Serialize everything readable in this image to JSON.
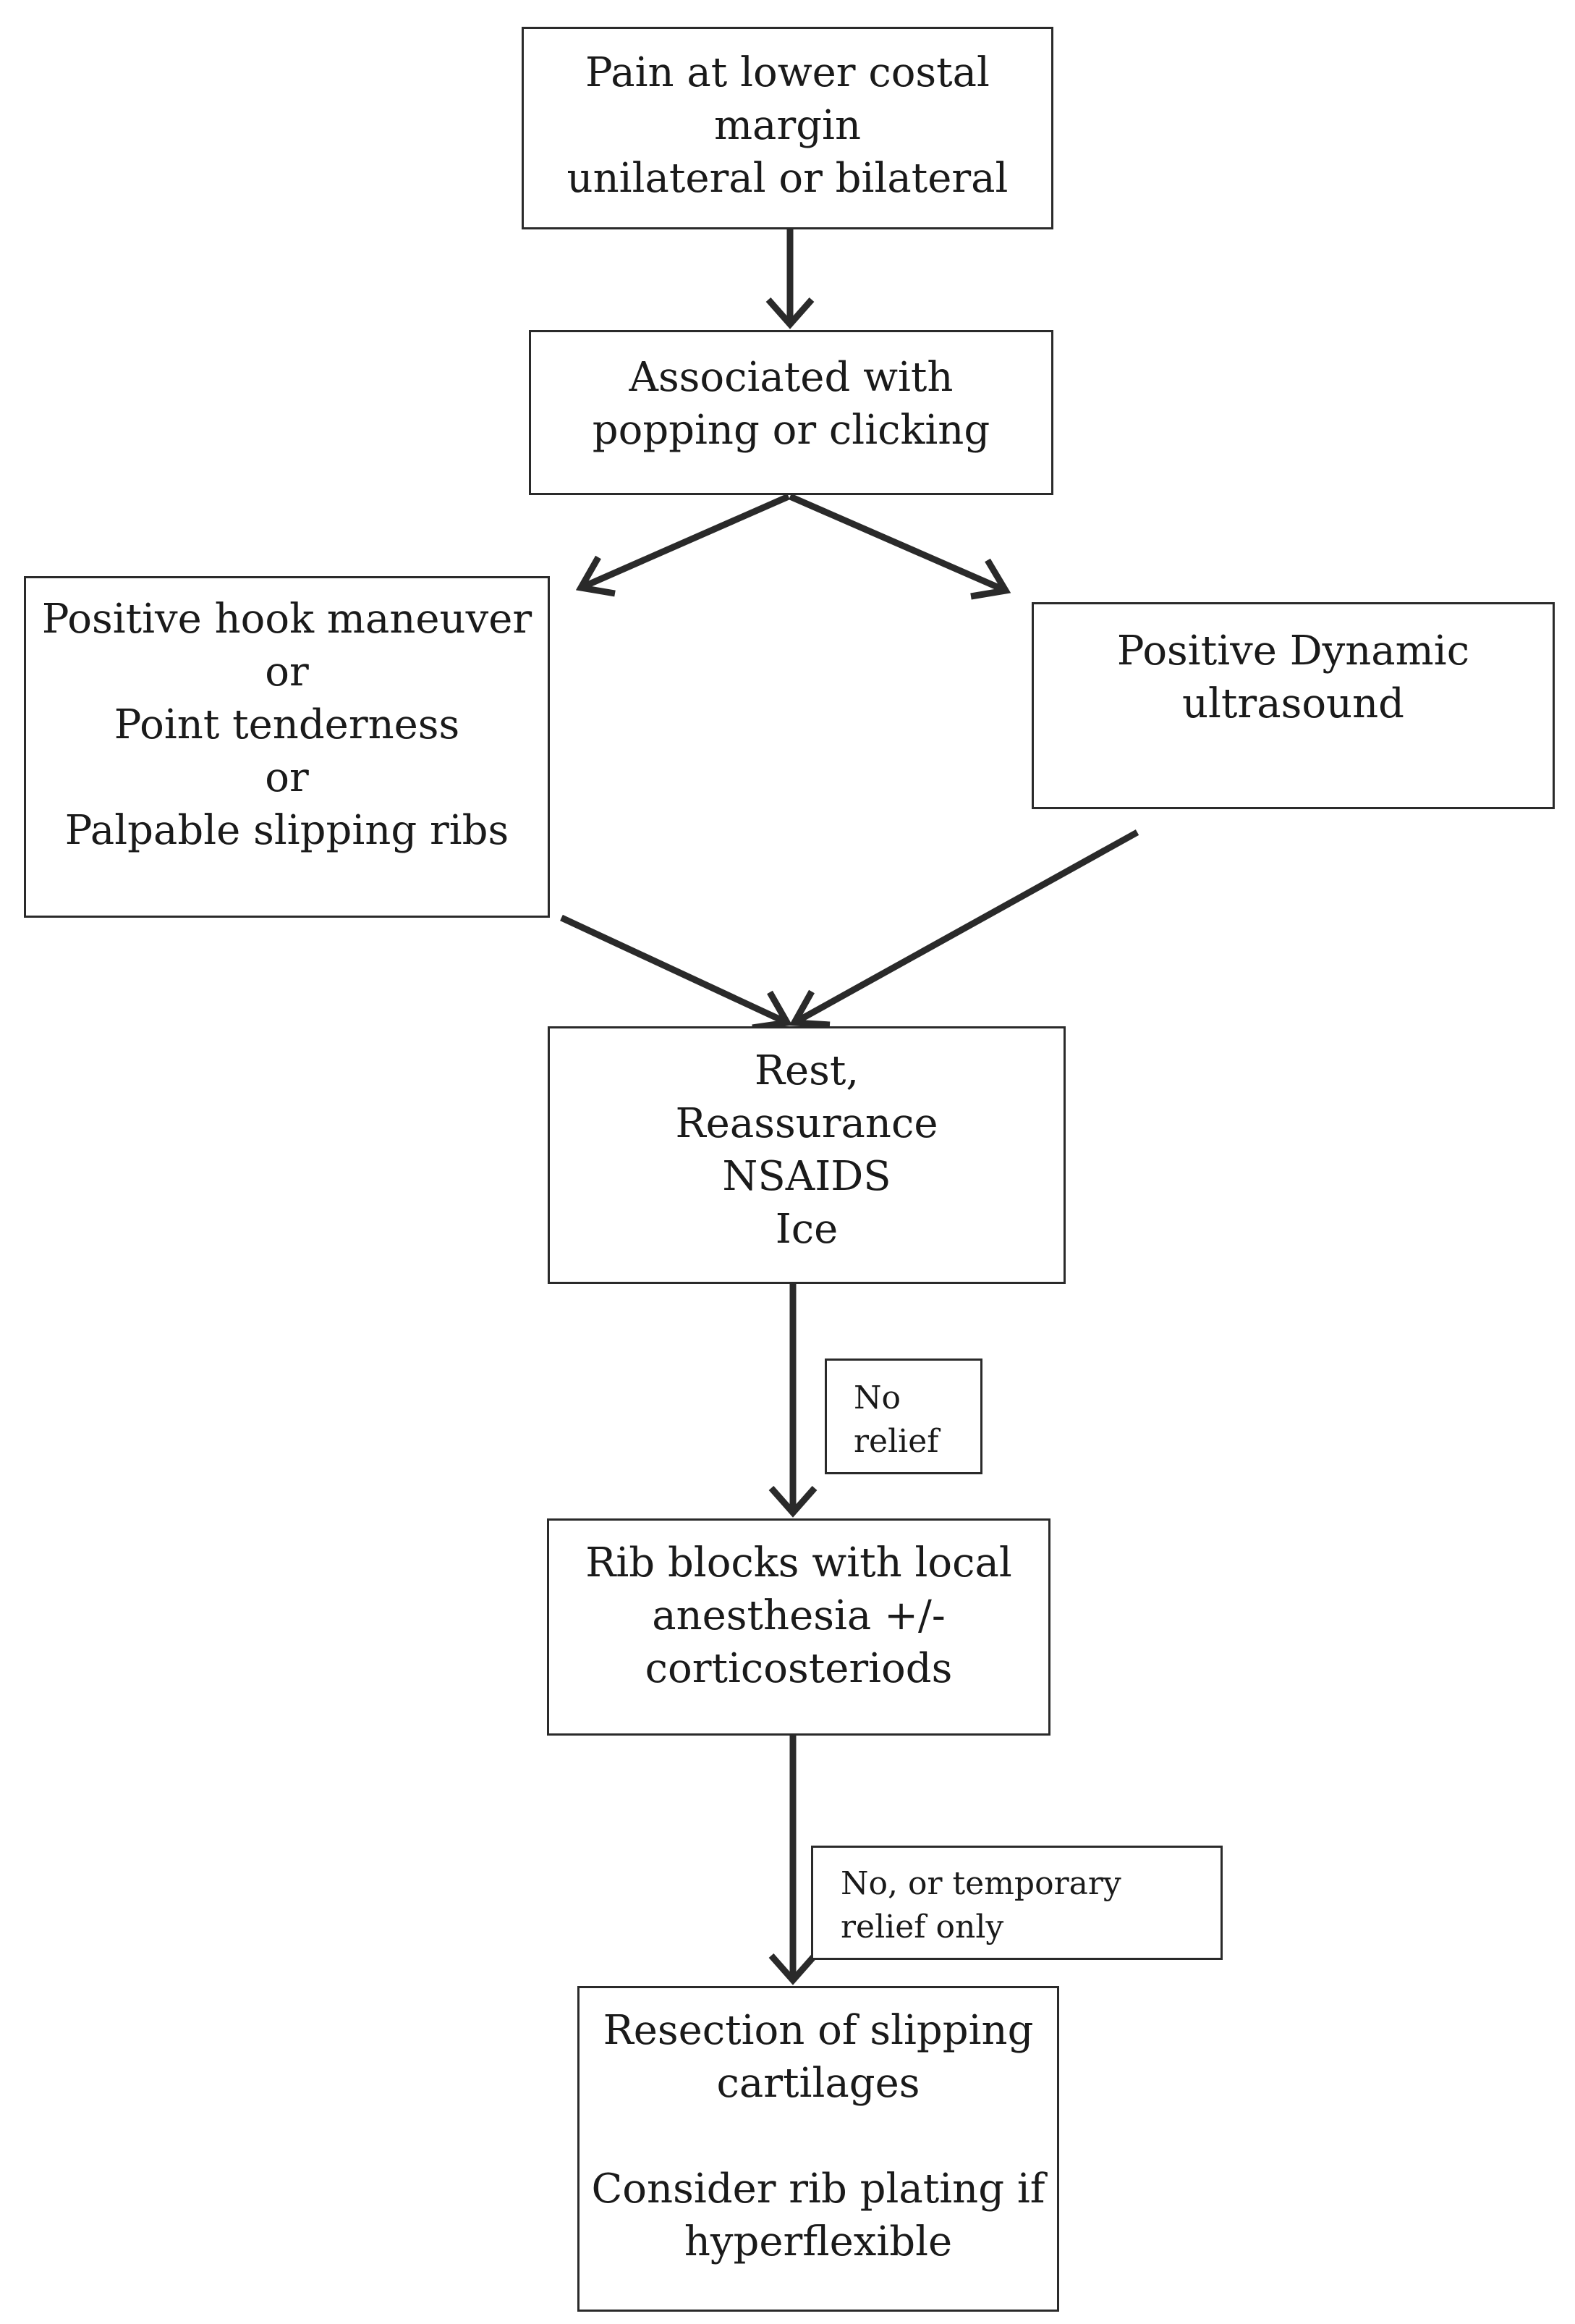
{
  "flowchart": {
    "start": {
      "lines": [
        "Pain at lower costal",
        "margin",
        "unilateral or bilateral"
      ]
    },
    "associated": {
      "lines": [
        "Associated with",
        "popping or clicking"
      ]
    },
    "clinical_signs": {
      "lines": [
        "Positive hook maneuver",
        "or",
        "Point tenderness",
        "or",
        "Palpable slipping ribs"
      ]
    },
    "dynamic_ultrasound": {
      "lines": [
        "Positive Dynamic",
        "ultrasound"
      ]
    },
    "conservative": {
      "lines": [
        "Rest,",
        "Reassurance",
        "NSAIDS",
        "Ice"
      ]
    },
    "rib_blocks": {
      "lines": [
        "Rib blocks with local",
        "anesthesia +/-",
        "corticosteriods"
      ]
    },
    "surgery": {
      "lines": [
        "Resection of slipping",
        "cartilages",
        "",
        "Consider rib plating if",
        "hyperflexible"
      ]
    },
    "edge_labels": {
      "no_relief": {
        "lines": [
          "No",
          "relief"
        ]
      },
      "temporary_relief": {
        "lines": [
          "No, or temporary",
          "relief only"
        ]
      }
    }
  },
  "colors": {
    "stroke": "#2a2a2a",
    "text": "#1a1a1a",
    "background": "#ffffff"
  }
}
